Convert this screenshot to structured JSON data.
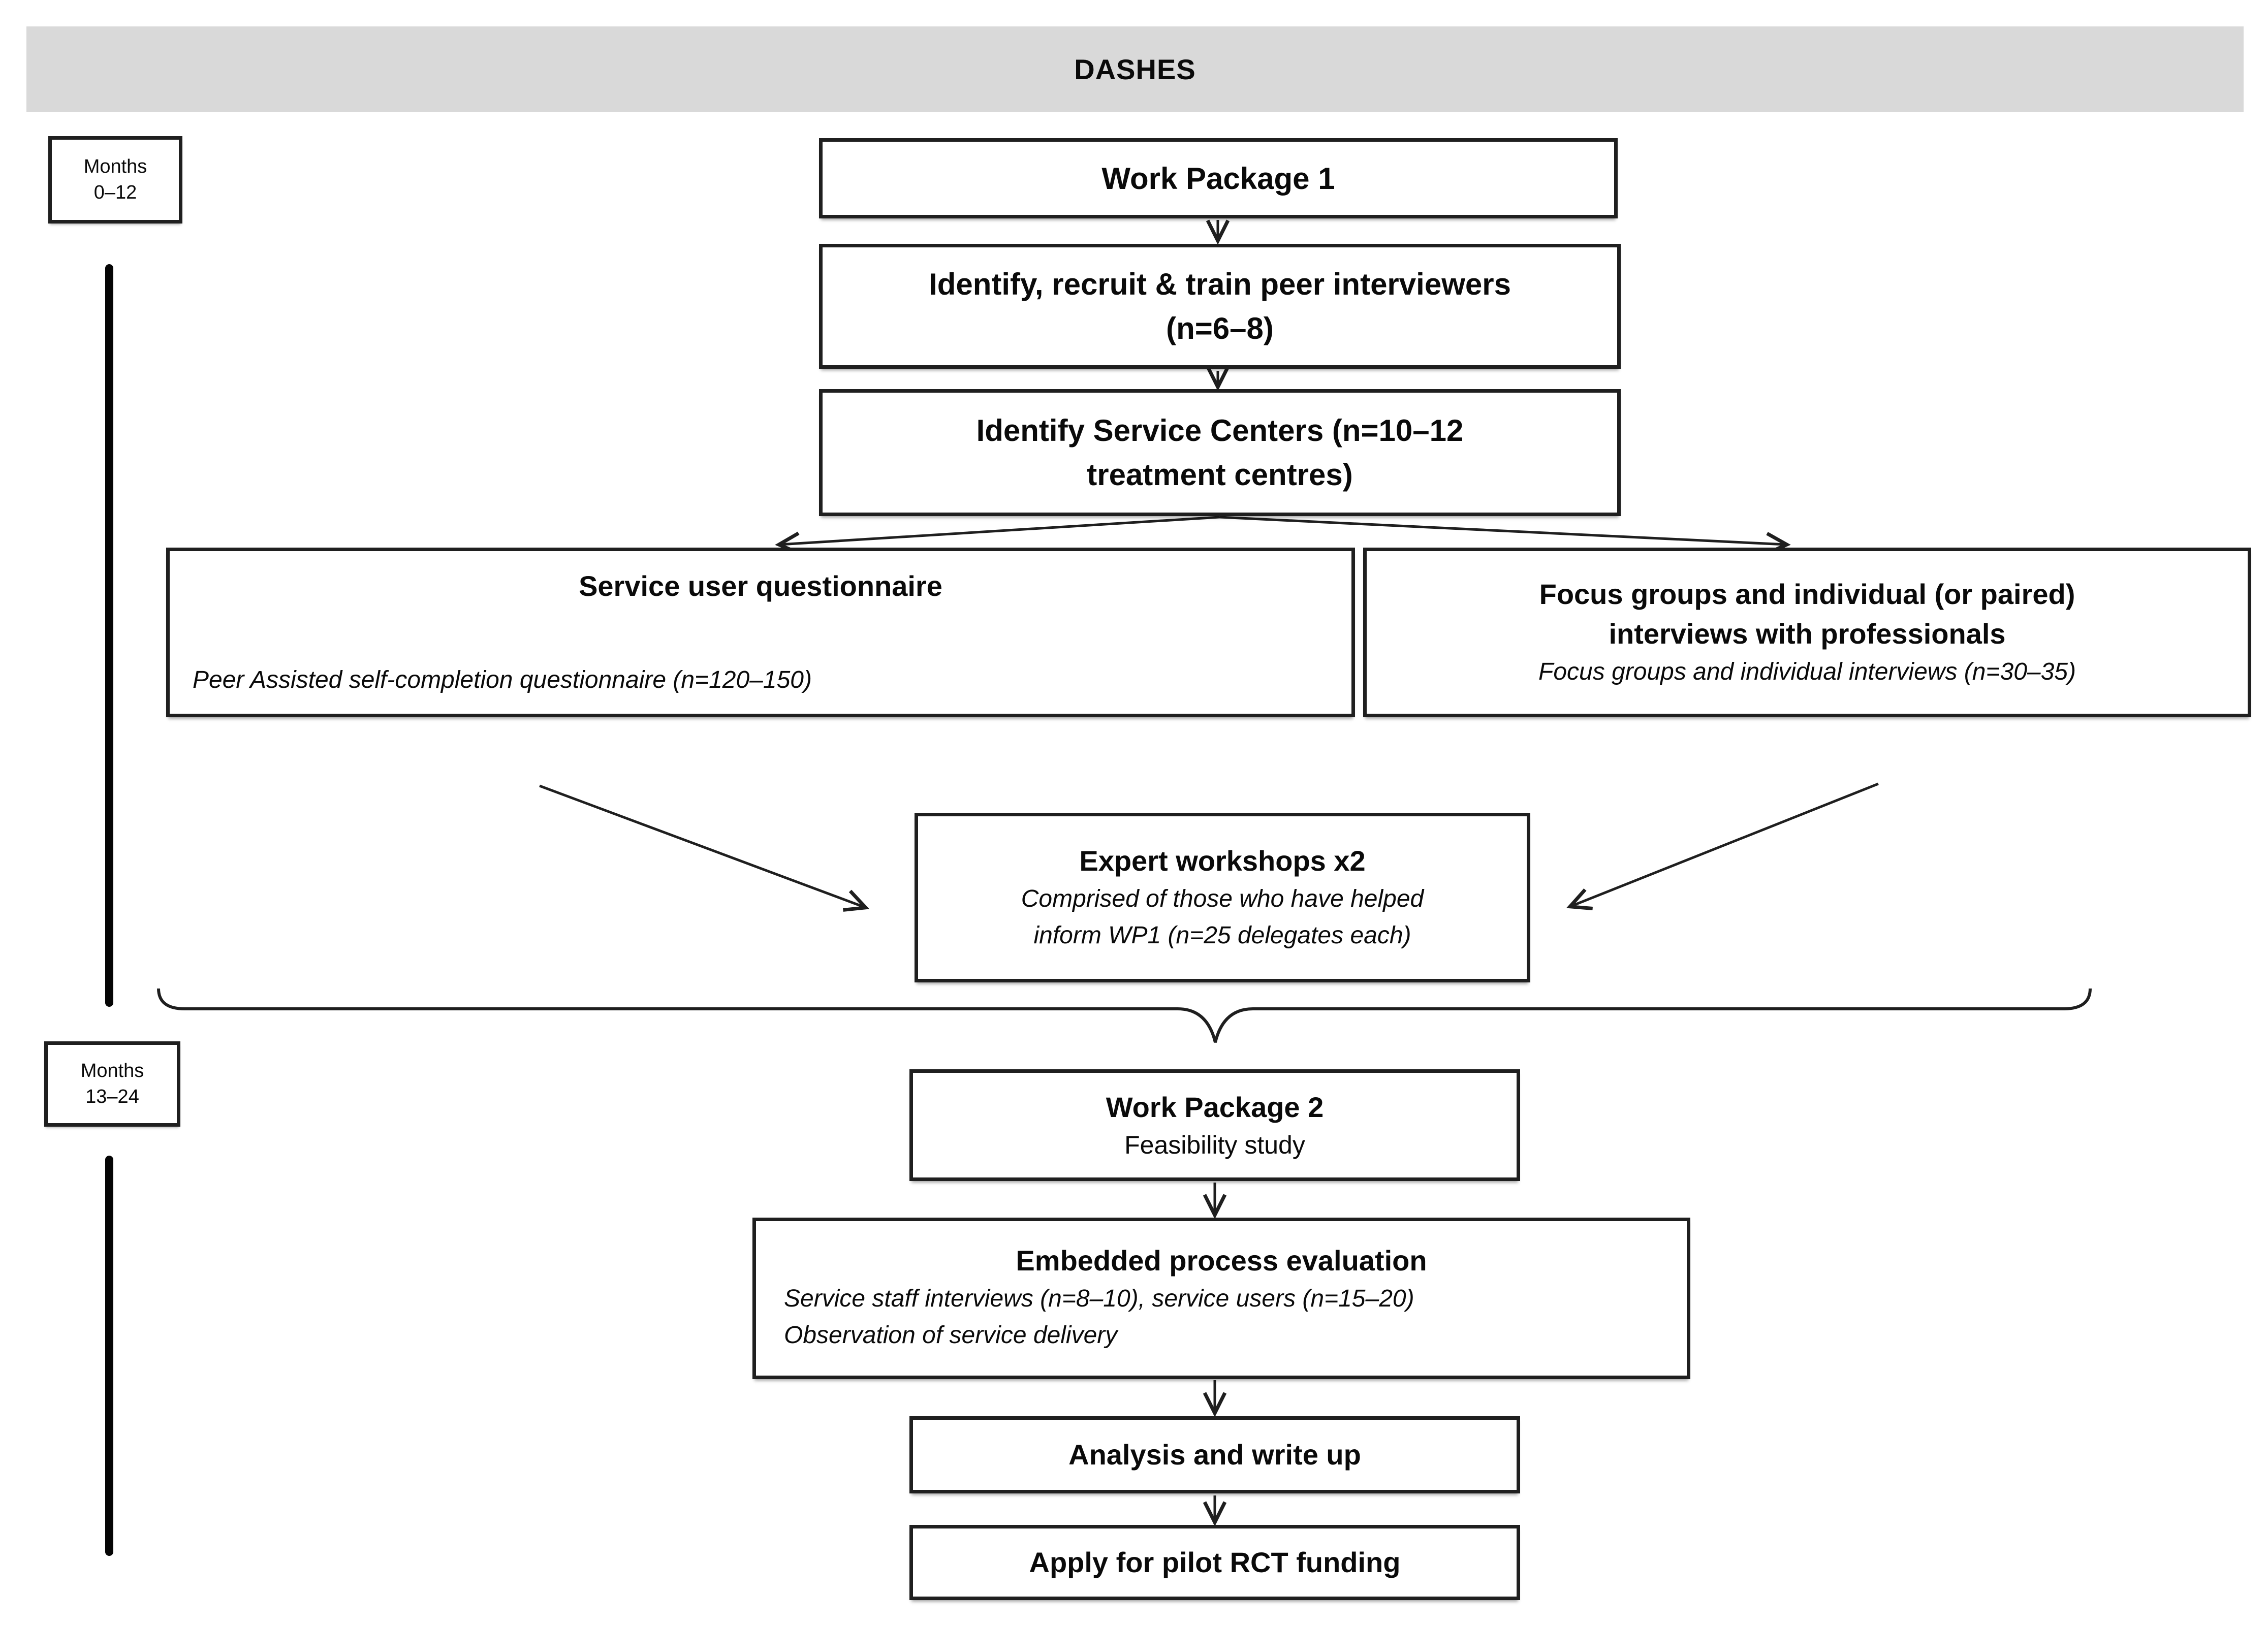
{
  "header": {
    "title": "DASHES"
  },
  "timeline": {
    "phase1_label": "Months\n0–12",
    "phase2_label": "Months\n13–24"
  },
  "wp1": {
    "title": "Work Package 1",
    "step_recruit": "Identify, recruit & train peer interviewers\n(n=6–8)",
    "step_centers": "Identify Service Centers (n=10–12\ntreatment centres)",
    "left_branch": {
      "heading": "Service user questionnaire",
      "detail": "Peer Assisted self-completion questionnaire (n=120–150)"
    },
    "right_branch": {
      "heading": "Focus groups and individual (or paired)\ninterviews with professionals",
      "detail": "Focus groups and individual interviews (n=30–35)"
    },
    "workshops": {
      "heading": "Expert workshops x2",
      "detail": "Comprised of those who have helped\ninform WP1 (n=25 delegates each)"
    }
  },
  "wp2": {
    "title": "Work Package 2",
    "subtitle": "Feasibility study",
    "process_eval": {
      "heading": "Embedded process evaluation",
      "detail_line1": "Service staff interviews (n=8–10), service users (n=15–20)",
      "detail_line2": "Observation of service delivery"
    },
    "analysis": "Analysis and write up",
    "funding": "Apply for pilot  RCT funding"
  },
  "colors": {
    "header_bg": "#d9d9d9",
    "border": "#1f1f1f",
    "text": "#0a0a0a"
  }
}
